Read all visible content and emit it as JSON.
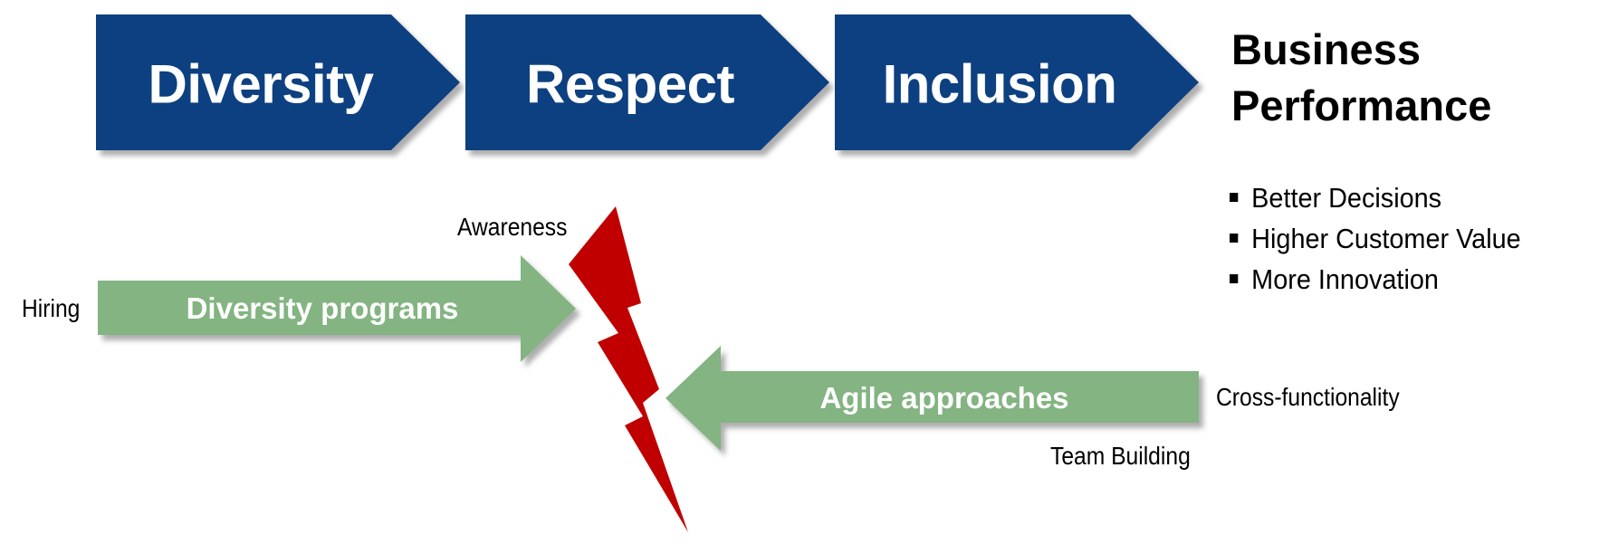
{
  "colors": {
    "chevron_fill": "#073f80",
    "arrow_fill": "#83b482",
    "bolt_fill": "#c00000",
    "shadow": "#9a9a9a"
  },
  "stages": [
    {
      "label": "Diversity"
    },
    {
      "label": "Respect"
    },
    {
      "label": "Inclusion"
    }
  ],
  "outcome": {
    "title": "Business Performance",
    "items": [
      "Better Decisions",
      "Higher Customer Value",
      "More Innovation"
    ]
  },
  "arrows": {
    "diversity": {
      "label": "Diversity programs",
      "note_left": "Hiring",
      "note_top": "Awareness"
    },
    "agile": {
      "label": "Agile approaches",
      "note_right": "Cross-functionality",
      "note_bottom": "Team Building"
    }
  }
}
